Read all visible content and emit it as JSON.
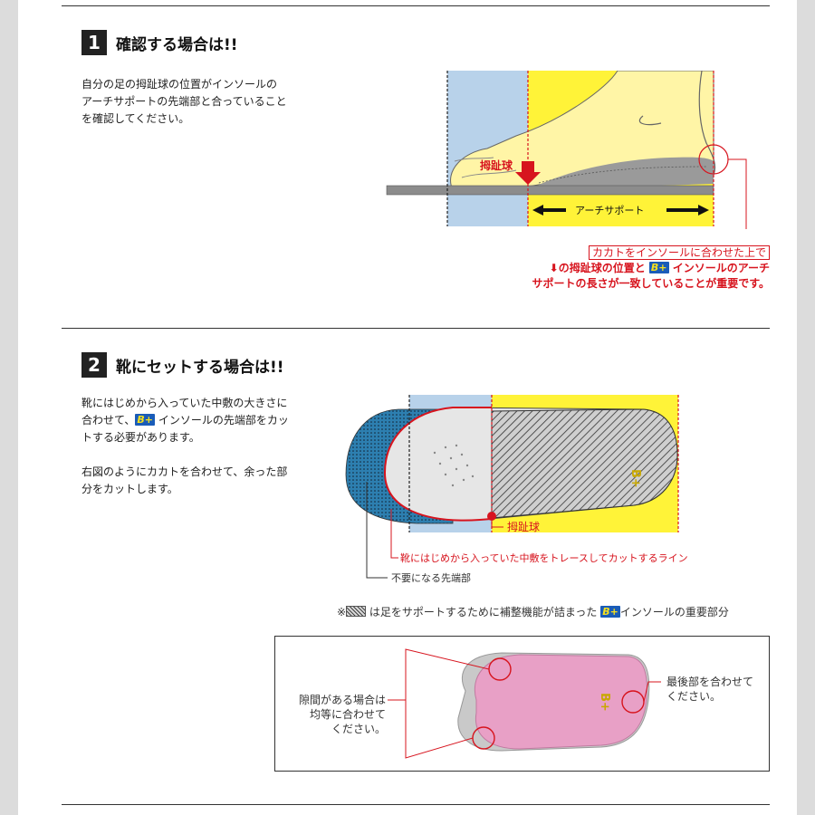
{
  "section1": {
    "number": "1",
    "title": "確認する場合は!!",
    "body": [
      "自分の足の拇趾球の位置がインソールの",
      "アーチサポートの先端部と合っていること",
      "を確認してください。"
    ],
    "label_boshikyu": "拇趾球",
    "label_arch": "アーチサポート",
    "note_line1": "カカトをインソールに合わせた上で",
    "note_line2_a": "の拇趾球の位置と",
    "note_line2_b": "インソールのアーチ",
    "note_line3": "サポートの長さが一致していることが重要です。"
  },
  "section2": {
    "number": "2",
    "title": "靴にセットする場合は!!",
    "body1_a": [
      "靴にはじめから入っていた中敷の大きさに"
    ],
    "body1_b": "合わせて、",
    "body1_c": "インソールの先端部をカッ",
    "body1_d": "トする必要があります。",
    "body2": [
      "右図のようにカカトを合わせて、余った部",
      "分をカットします。"
    ],
    "label_boshikyu": "拇趾球",
    "label_trace": "靴にはじめから入っていた中敷をトレースしてカットするライン",
    "label_unneeded": "不要になる先端部",
    "footnote_a": "※",
    "footnote_b": "は足をサポートするために補整機能が詰まった",
    "footnote_c": "インソールの重要部分"
  },
  "fit": {
    "left_label": [
      "隙間がある場合は",
      "均等に合わせて",
      "ください。"
    ],
    "right_label": [
      "最後部を合わせて",
      "ください。"
    ]
  },
  "brand": {
    "logo_text": "B+"
  },
  "colors": {
    "accent_red": "#d7141e",
    "light_blue": "#b8d2ea",
    "yellow": "#fff338",
    "logo_blue": "#1a5cb8"
  }
}
